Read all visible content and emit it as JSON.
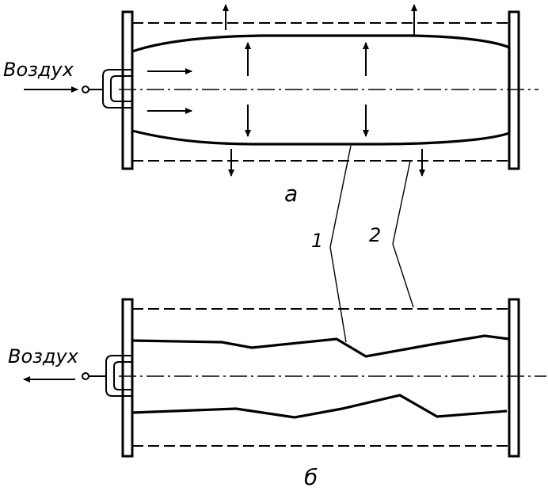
{
  "labels": {
    "air_in": "Воздух",
    "air_out": "Воздух",
    "caption_a": "а",
    "caption_b": "б",
    "callout_1": "1",
    "callout_2": "2"
  },
  "colors": {
    "stroke": "#000000",
    "background": "#ffffff"
  }
}
